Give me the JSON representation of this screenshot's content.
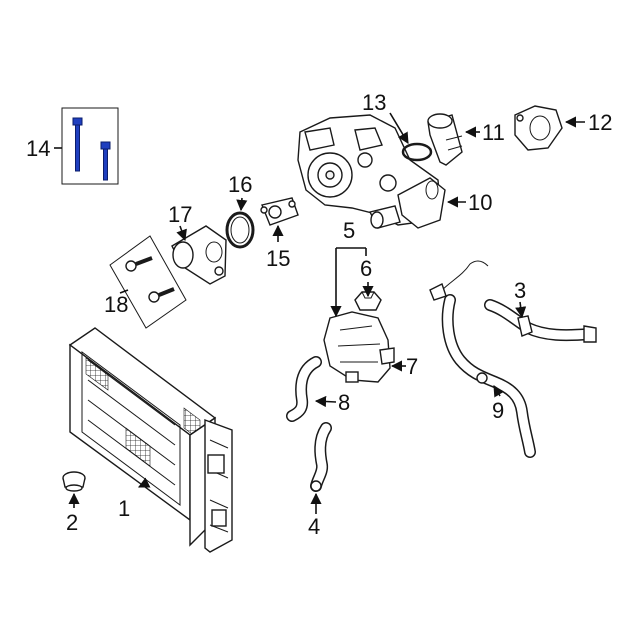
{
  "diagram": {
    "callouts": [
      {
        "id": "c1",
        "label": "1"
      },
      {
        "id": "c2",
        "label": "2"
      },
      {
        "id": "c3",
        "label": "3"
      },
      {
        "id": "c4",
        "label": "4"
      },
      {
        "id": "c5",
        "label": "5"
      },
      {
        "id": "c6",
        "label": "6"
      },
      {
        "id": "c7",
        "label": "7"
      },
      {
        "id": "c8",
        "label": "8"
      },
      {
        "id": "c9",
        "label": "9"
      },
      {
        "id": "c10",
        "label": "10"
      },
      {
        "id": "c11",
        "label": "11"
      },
      {
        "id": "c12",
        "label": "12"
      },
      {
        "id": "c13",
        "label": "13"
      },
      {
        "id": "c14",
        "label": "14"
      },
      {
        "id": "c15",
        "label": "15"
      },
      {
        "id": "c16",
        "label": "16"
      },
      {
        "id": "c17",
        "label": "17"
      },
      {
        "id": "c18",
        "label": "18"
      }
    ],
    "highlight_color": "#1f3fbf"
  }
}
